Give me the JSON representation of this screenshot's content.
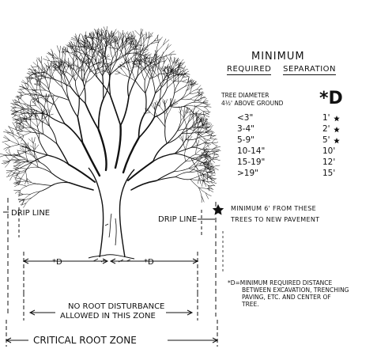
{
  "title_line1": "MINIMUM",
  "title_line2a": "REQUIRED",
  "title_line2b": "SEPARATION",
  "header_tree_diameter_1": "TREE DIAMETER",
  "header_tree_diameter_2": "4½' ABOVE GROUND",
  "header_d": "*D",
  "table_rows": [
    {
      "diameter": "<3\"",
      "separation": "1'",
      "starred": true
    },
    {
      "diameter": "3-4\"",
      "separation": "2'",
      "starred": true
    },
    {
      "diameter": "5-9\"",
      "separation": "5'",
      "starred": true
    },
    {
      "diameter": "10-14\"",
      "separation": "10'",
      "starred": false
    },
    {
      "diameter": "15-19\"",
      "separation": "12'",
      "starred": false
    },
    {
      "diameter": ">19\"",
      "separation": "15'",
      "starred": false
    }
  ],
  "star_note_line1": "MINIMUM 6' FROM THESE",
  "star_note_line2": "TREES TO NEW PAVEMENT",
  "drip_line_left": "DRIP LINE",
  "drip_line_right": "DRIP LINE",
  "d_left": "*D",
  "d_right": "*D",
  "no_root_line1": "NO ROOT DISTURBANCE",
  "no_root_line2": "ALLOWED IN THIS ZONE",
  "critical_root_zone": "CRITICAL ROOT ZONE",
  "definition_lines": [
    "*D=MINIMUM REQUIRED DISTANCE",
    "BETWEEN EXCAVATION, TRENCHING",
    "PAVING, ETC. AND CENTER OF",
    "TREE."
  ]
}
